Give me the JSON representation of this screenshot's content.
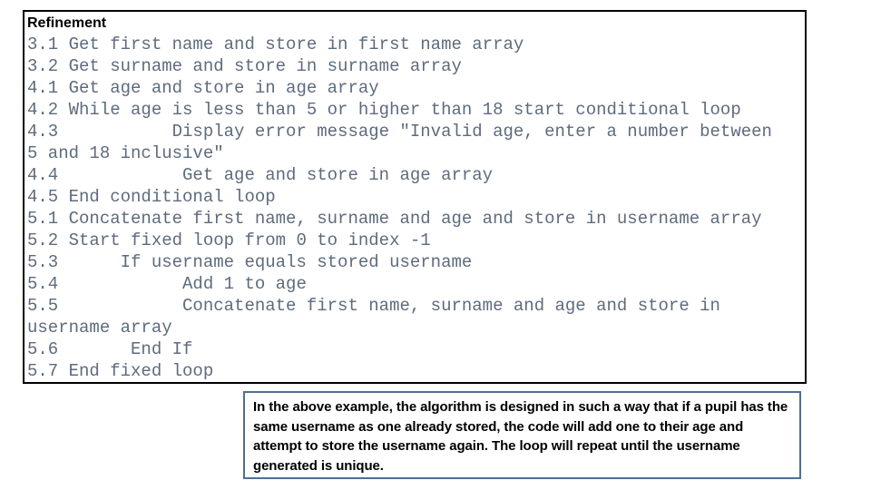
{
  "colors": {
    "page_background": "#ffffff",
    "code_text": "#5e6b7d",
    "refinement_box_border": "#000000",
    "note_box_border": "#4e6f94",
    "note_text": "#000000"
  },
  "refinement_box": {
    "title": "Refinement",
    "lines": [
      "3.1 Get first name and store in first name array",
      "3.2 Get surname and store in surname array",
      "4.1 Get age and store in age array",
      "4.2 While age is less than 5 or higher than 18 start conditional loop",
      "4.3           Display error message \"Invalid age, enter a number between",
      "5 and 18 inclusive\"",
      "4.4            Get age and store in age array",
      "4.5 End conditional loop",
      "5.1 Concatenate first name, surname and age and store in username array",
      "5.2 Start fixed loop from 0 to index -1",
      "5.3      If username equals stored username",
      "5.4            Add 1 to age",
      "5.5            Concatenate first name, surname and age and store in",
      "username array",
      "5.6       End If",
      "5.7 End fixed loop"
    ]
  },
  "note_box": {
    "text": "In the above example, the algorithm is designed in such a way that if a pupil has the same username as one already stored, the code will add one to their age and attempt to store the username again. The loop will repeat until the username generated is unique."
  }
}
